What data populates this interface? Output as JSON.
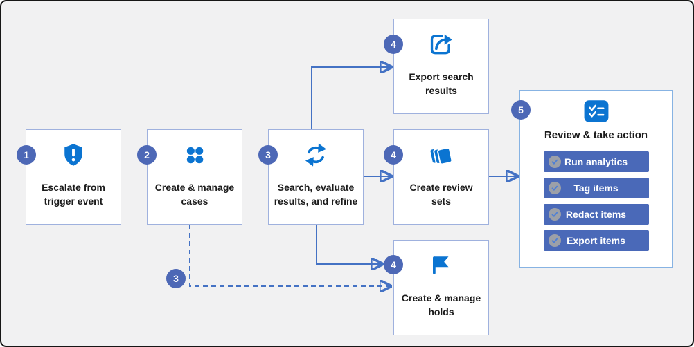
{
  "boxes": {
    "escalate": {
      "num": "1",
      "line1": "Escalate from",
      "line2": "trigger event"
    },
    "cases": {
      "num": "2",
      "line1": "Create & manage",
      "line2": "cases"
    },
    "search": {
      "num": "3",
      "line1": "Search, evaluate",
      "line2": "results, and refine"
    },
    "export_search": {
      "num": "4",
      "line1": "Export search",
      "line2": "results"
    },
    "review_sets": {
      "num": "4",
      "line1": "Create review",
      "line2": "sets"
    },
    "holds": {
      "num": "4",
      "line1": "Create & manage",
      "line2": "holds"
    }
  },
  "panel": {
    "num": "5",
    "title": "Review & take action",
    "actions": {
      "run_analytics": "Run analytics",
      "tag_items": "Tag items",
      "redact_items": "Redact items",
      "export_items": "Export items"
    }
  },
  "connectors": {
    "dashed_branch_badge": "3"
  },
  "colors": {
    "background": "#f1f1f2",
    "icon_blue": "#0b74d1",
    "badge_blue": "#4d68b6",
    "button_blue": "#4a69b8",
    "line_blue": "#4472c4",
    "box_border": "#9fb1de",
    "panel_border": "#87b3e3",
    "text": "#1b1b1b"
  }
}
